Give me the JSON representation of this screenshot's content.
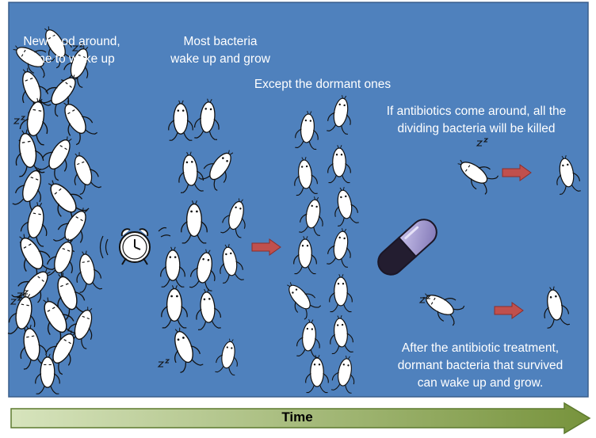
{
  "colors": {
    "background": "#4f81bd",
    "panel_border": "#3a5f8c",
    "bacteria_fill": "#ffffff",
    "bacteria_outline": "#111111",
    "small_arrow": "#c0504d",
    "time_arrow_light": "#d7e4bd",
    "time_arrow_dark": "#77933c",
    "capsule_light": "#a9a0d6",
    "capsule_dark": "#1f1a2b"
  },
  "captions": {
    "wake_up_line1": "New food around,",
    "wake_up_line2": "time to wake up",
    "grow_line1": "Most bacteria",
    "grow_line2": "wake up and grow",
    "dormant": "Except the dormant ones",
    "antibiotics_line1": "If antibiotics come around, all the",
    "antibiotics_line2": "dividing bacteria will be killed",
    "after_line1": "After the antibiotic treatment,",
    "after_line2": "dormant bacteria that survived",
    "after_line3": "can wake up and grow."
  },
  "timeline": {
    "label": "Time"
  },
  "icons": [
    "alarm-clock-icon",
    "antibiotic-capsule-icon",
    "right-arrow-icon",
    "sleeping-marks-icon"
  ]
}
